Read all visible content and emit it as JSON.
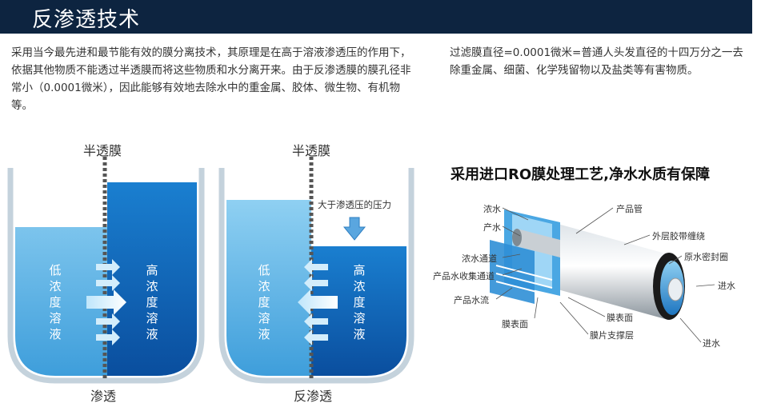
{
  "header": {
    "title": "反渗透技术"
  },
  "intro": {
    "left": "采用当今最先进和最节能有效的膜分离技术，其原理是在高于溶液渗透压的作用下，依据其他物质不能透过半透膜而将这些物质和水分离开来。由于反渗透膜的膜孔径非常小（0.0001微米），因此能够有效地去除水中的重金属、胶体、微生物、有机物等。",
    "right": "过滤膜直径=0.0001微米=普通人头发直径的十四万分之一去除重金属、细菌、化学残留物以及盐类等有害物质。"
  },
  "osmosis": {
    "membrane_label": "半透膜",
    "low_label": "低浓度溶液",
    "high_label": "高浓度溶液",
    "caption": "渗透"
  },
  "reverse_osmosis": {
    "membrane_label": "半透膜",
    "pressure_label": "大于渗透压的压力",
    "low_label": "低浓度溶液",
    "high_label": "高浓度溶液",
    "caption": "反渗透"
  },
  "ro_module": {
    "title": "采用进口RO膜处理工艺,净水水质有保障",
    "labels": {
      "concentrate": "浓水",
      "product_water": "产水",
      "concentrate_channel": "浓水通道",
      "product_collection": "产品水收集通道",
      "product_flow": "产品水流",
      "membrane_surface": "膜表面",
      "product_tube": "产品管",
      "outer_tape": "外层胶带缠绕",
      "raw_seal": "原水密封圈",
      "inlet_top": "进水",
      "membrane_surface2": "膜表面",
      "support_layer": "膜片支撑层",
      "inlet_bottom": "进水"
    }
  },
  "colors": {
    "header_bg": "#0d2440",
    "water_light": "#7fc8ee",
    "water_dark": "#0a57a8",
    "arrow": "#3a8fd0"
  }
}
